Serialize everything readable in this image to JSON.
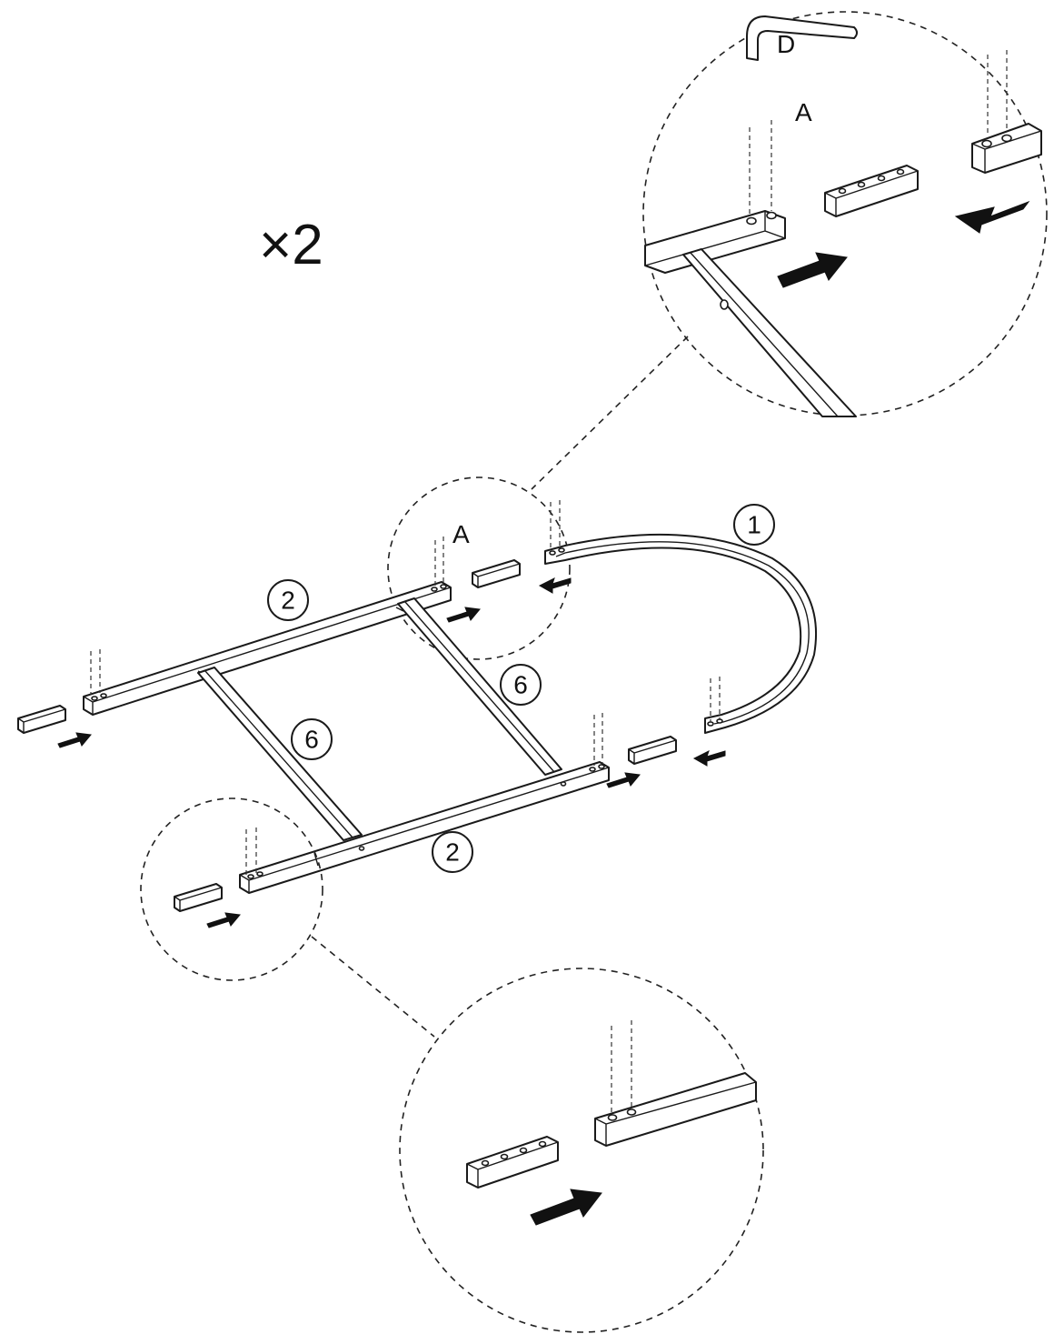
{
  "multiplier": "×2",
  "detail_labels": {
    "top_detail_letter": "A",
    "allen_key_letter": "D",
    "main_detail_letter": "A"
  },
  "callouts": {
    "part_1": "1",
    "part_2_top": "2",
    "part_2_bottom": "2",
    "part_6_left": "6",
    "part_6_right": "6"
  }
}
